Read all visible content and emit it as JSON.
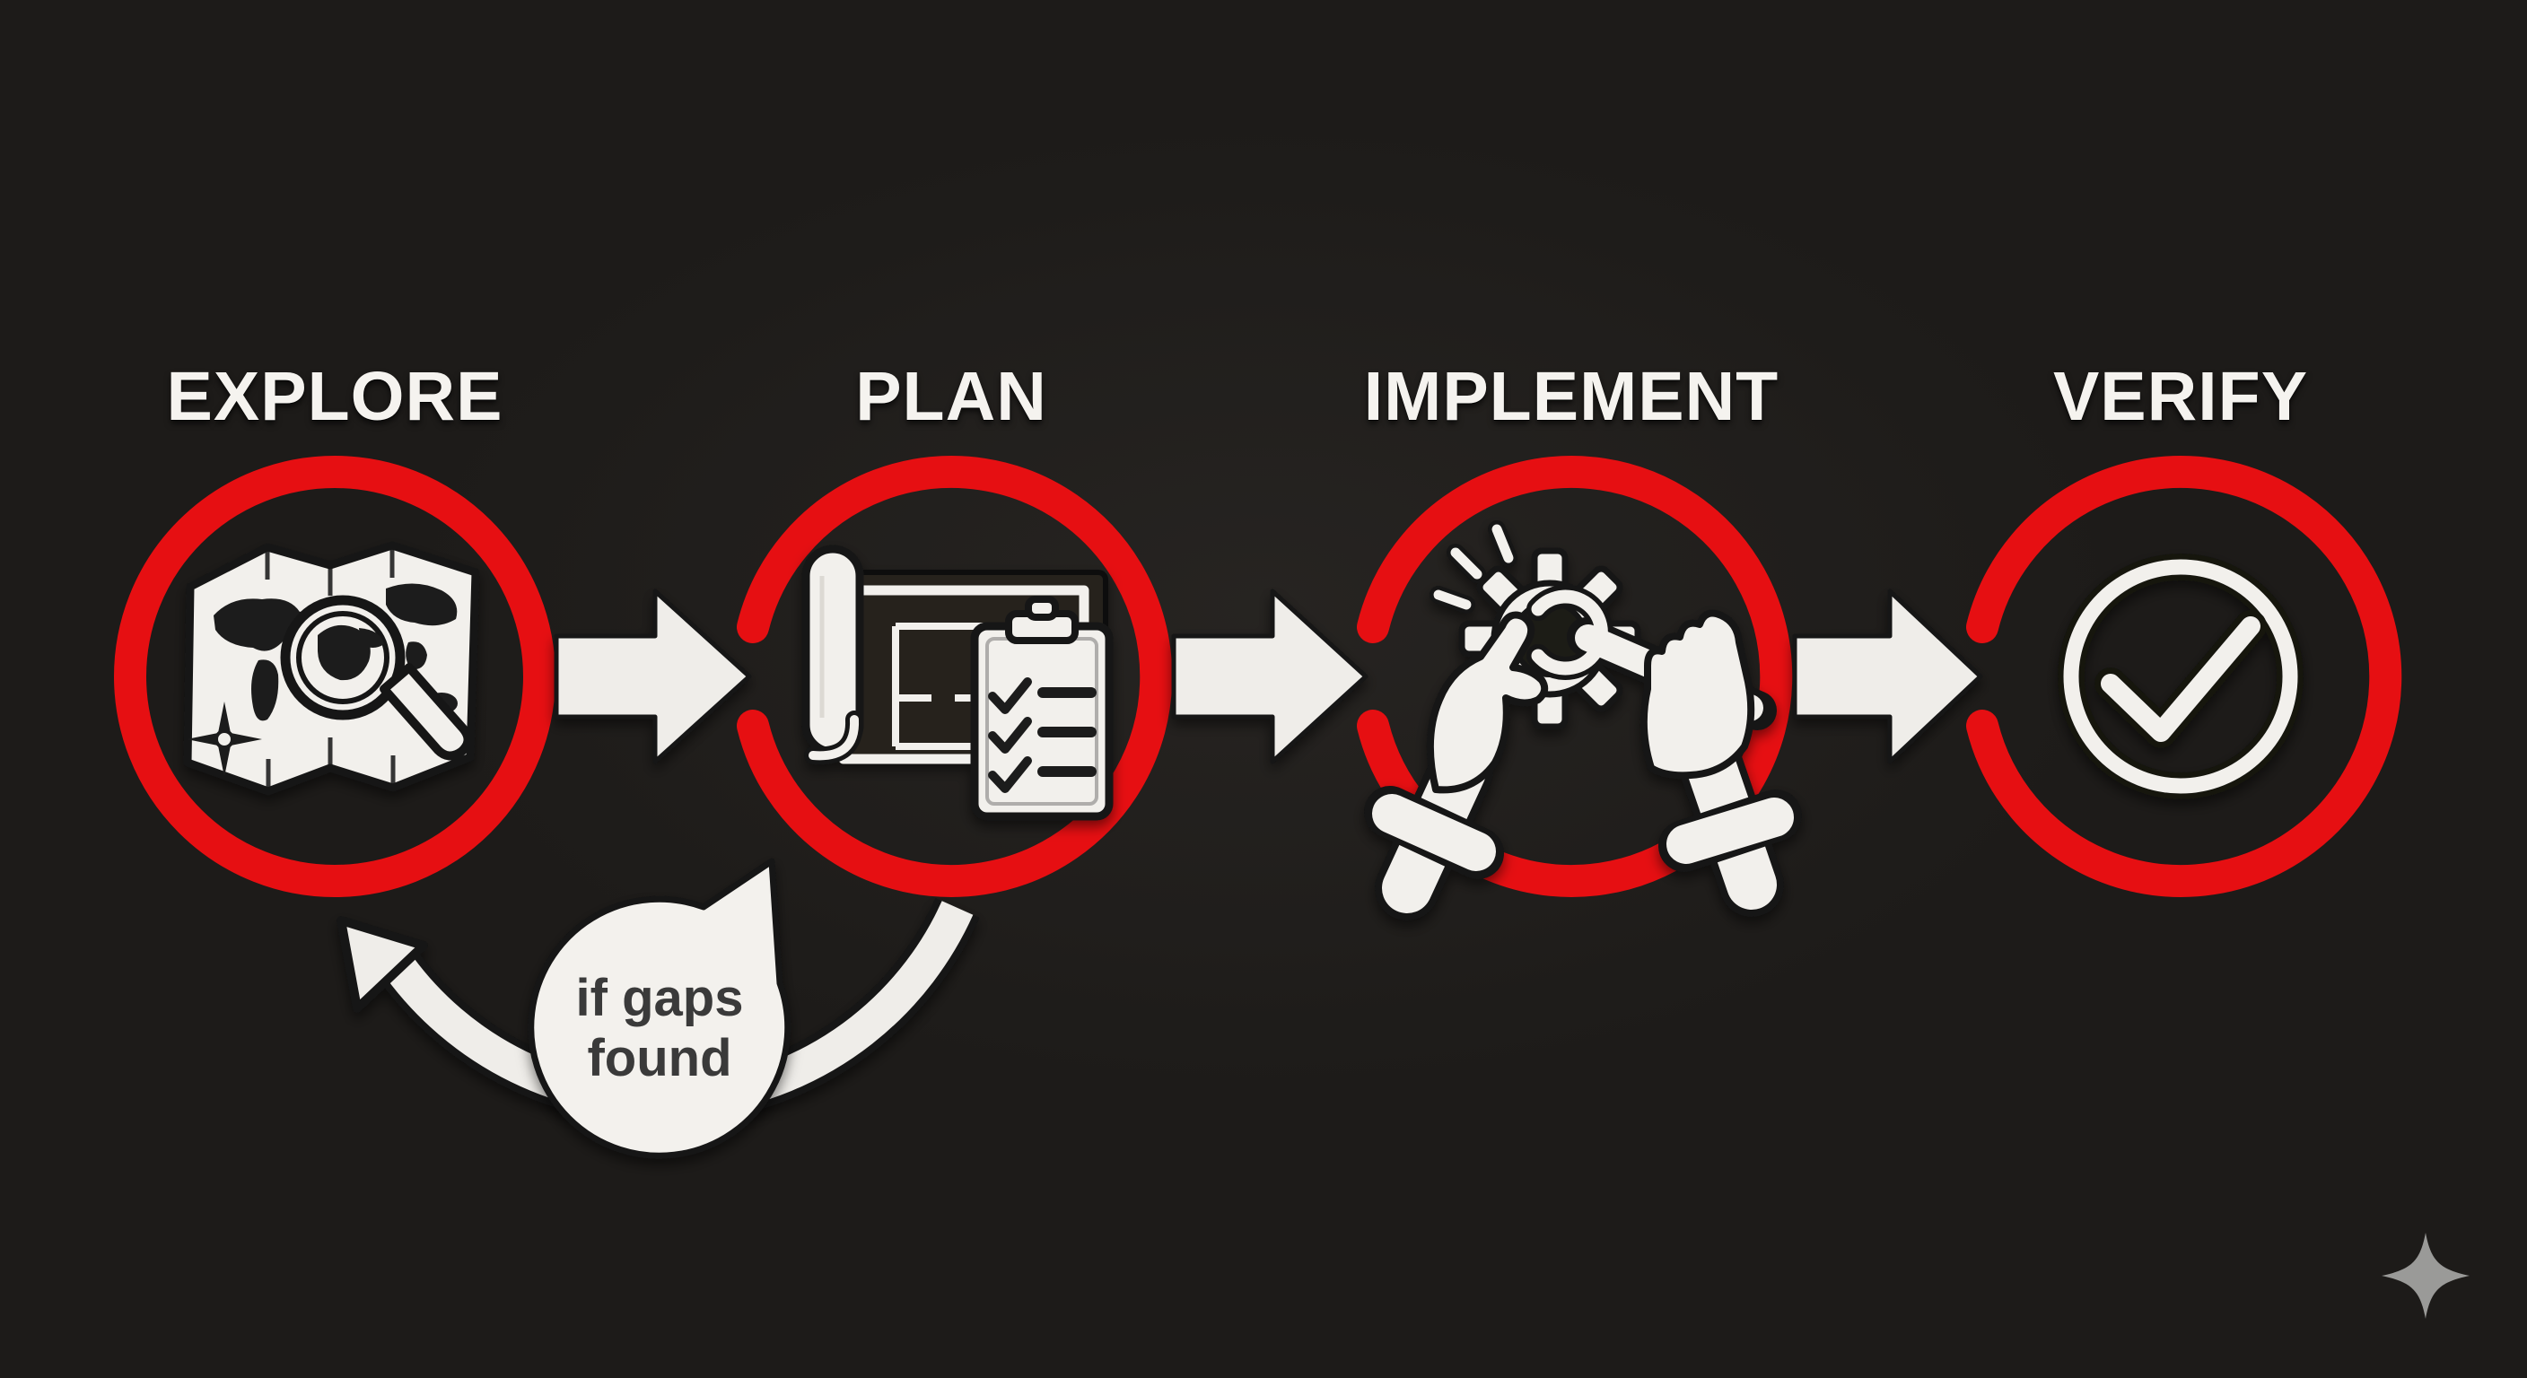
{
  "canvas": {
    "background": "#1d1b19"
  },
  "palette": {
    "ring_red": "#e60f12",
    "icon_white": "#f2f0ec",
    "outline_dark": "#161616",
    "label_white": "#f5f3ef",
    "bubble_fill": "#f3f1ed",
    "bubble_text_color": "#3a3a3a",
    "sparkle_gray": "#9a9a98"
  },
  "steps": [
    {
      "id": "explore",
      "label": "EXPLORE",
      "icon": "world-map-magnifier-icon"
    },
    {
      "id": "plan",
      "label": "PLAN",
      "icon": "blueprint-checklist-icon"
    },
    {
      "id": "implement",
      "label": "IMPLEMENT",
      "icon": "hands-gear-wrench-icon"
    },
    {
      "id": "verify",
      "label": "VERIFY",
      "icon": "check-circle-icon"
    }
  ],
  "flow_arrows": {
    "count": 3,
    "direction": "left-to-right"
  },
  "feedback": {
    "from": "PLAN",
    "to": "EXPLORE",
    "label_lines": [
      "if gaps",
      "found"
    ]
  },
  "watermark_icon": "sparkle"
}
